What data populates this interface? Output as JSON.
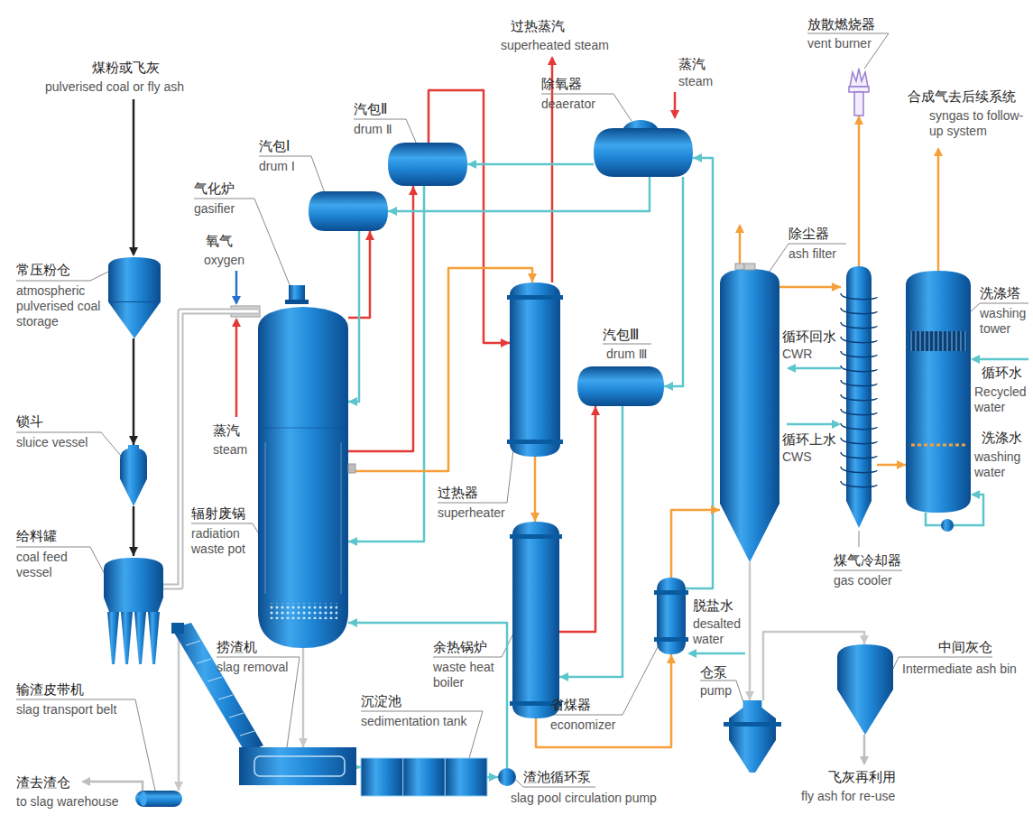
{
  "diagram": {
    "nodes": [
      {
        "text": [
          "常压粉仓",
          "atmospheric pulverised coal storage"
        ]
      },
      {
        "text": [
          "锁斗",
          "sluice vessel"
        ]
      },
      {
        "text": [
          "给料罐",
          "coal feed vessel"
        ]
      },
      {
        "text": [
          "气化炉",
          "gasifier"
        ]
      },
      {
        "text": [
          "辐射废锅",
          "radiation waste pot"
        ]
      },
      {
        "text": [
          "汽包Ⅰ",
          "drum Ⅰ"
        ]
      },
      {
        "text": [
          "汽包Ⅱ",
          "drum Ⅱ"
        ]
      },
      {
        "text": [
          "除氧器",
          "deaerator"
        ]
      },
      {
        "text": [
          "过热器",
          "superheater"
        ]
      },
      {
        "text": [
          "汽包Ⅲ",
          "drum Ⅲ"
        ]
      },
      {
        "text": [
          "余热锅炉",
          "waste heat boiler"
        ]
      },
      {
        "text": [
          "省煤器",
          "economizer"
        ]
      },
      {
        "text": [
          "放散燃烧器",
          "vent burner"
        ]
      },
      {
        "text": [
          "除尘器",
          "ash filter"
        ]
      },
      {
        "text": [
          "煤气冷却器",
          "gas cooler"
        ]
      },
      {
        "text": [
          "洗涤塔",
          "washing tower"
        ]
      },
      {
        "text": [
          "仓泵",
          "pump"
        ]
      },
      {
        "text": [
          "中间灰仓",
          "Intermediate ash bin"
        ]
      },
      {
        "text": [
          "捞渣机",
          "slag removal"
        ]
      },
      {
        "text": [
          "输渣皮带机",
          "slag transport belt"
        ]
      },
      {
        "text": [
          "沉淀池",
          "sedimentation tank"
        ]
      },
      {
        "text": [
          "渣池循环泵",
          "slag pool circulation pump"
        ]
      }
    ],
    "edges": [
      {
        "from": 0,
        "to": 1,
        "arrow": "to"
      },
      {
        "from": 1,
        "to": 2,
        "arrow": "to"
      },
      {
        "from": 2,
        "to": 3,
        "arrow": "none"
      },
      {
        "from": 3,
        "to": 5,
        "arrow": "to"
      },
      {
        "from": 4,
        "to": 6,
        "arrow": "to"
      },
      {
        "from": 6,
        "to": 8,
        "arrow": "to"
      },
      {
        "from": 5,
        "to": 3,
        "arrow": "to"
      },
      {
        "from": 6,
        "to": 4,
        "arrow": "to"
      },
      {
        "from": 7,
        "to": 5,
        "arrow": "to"
      },
      {
        "from": 7,
        "to": 6,
        "arrow": "to"
      },
      {
        "from": 10,
        "to": 9,
        "arrow": "to"
      },
      {
        "from": 9,
        "to": 10,
        "arrow": "to"
      },
      {
        "from": 7,
        "to": 9,
        "arrow": "to"
      },
      {
        "from": 11,
        "to": 7,
        "arrow": "to"
      },
      {
        "from": 4,
        "to": 8,
        "arrow": "to"
      },
      {
        "from": 8,
        "to": 10,
        "arrow": "to"
      },
      {
        "from": 10,
        "to": 11,
        "arrow": "to"
      },
      {
        "from": 11,
        "to": 13,
        "arrow": "to"
      },
      {
        "from": 13,
        "to": 14,
        "arrow": "to"
      },
      {
        "from": 14,
        "to": 12,
        "arrow": "to"
      },
      {
        "from": 14,
        "to": 15,
        "arrow": "to"
      },
      {
        "from": 13,
        "to": 16,
        "arrow": "to"
      },
      {
        "from": 16,
        "to": 17,
        "arrow": "to"
      },
      {
        "from": 4,
        "to": 18,
        "arrow": "to"
      },
      {
        "from": 18,
        "to": 20,
        "arrow": "to"
      },
      {
        "from": 20,
        "to": 21,
        "arrow": "to"
      },
      {
        "from": 21,
        "to": 4,
        "arrow": "to"
      },
      {
        "from": 18,
        "to": 19,
        "arrow": "to"
      }
    ],
    "labels": [
      "煤粉或飞灰",
      "pulverised coal or fly ash",
      "氧气",
      "oxygen",
      "蒸汽",
      "steam",
      "过热蒸汽",
      "superheated steam",
      "蒸汽",
      "steam",
      "合成气去后续系统",
      "syngas to follow-up system",
      "循环回水",
      "CWR",
      "循环水",
      "Recycled water",
      "洗涤水",
      "washing water",
      "循环上水",
      "CWS",
      "脱盐水",
      "desalted water",
      "渣去渣仓",
      "to slag warehouse",
      "飞灰再利用",
      "fly ash for re-use"
    ]
  }
}
